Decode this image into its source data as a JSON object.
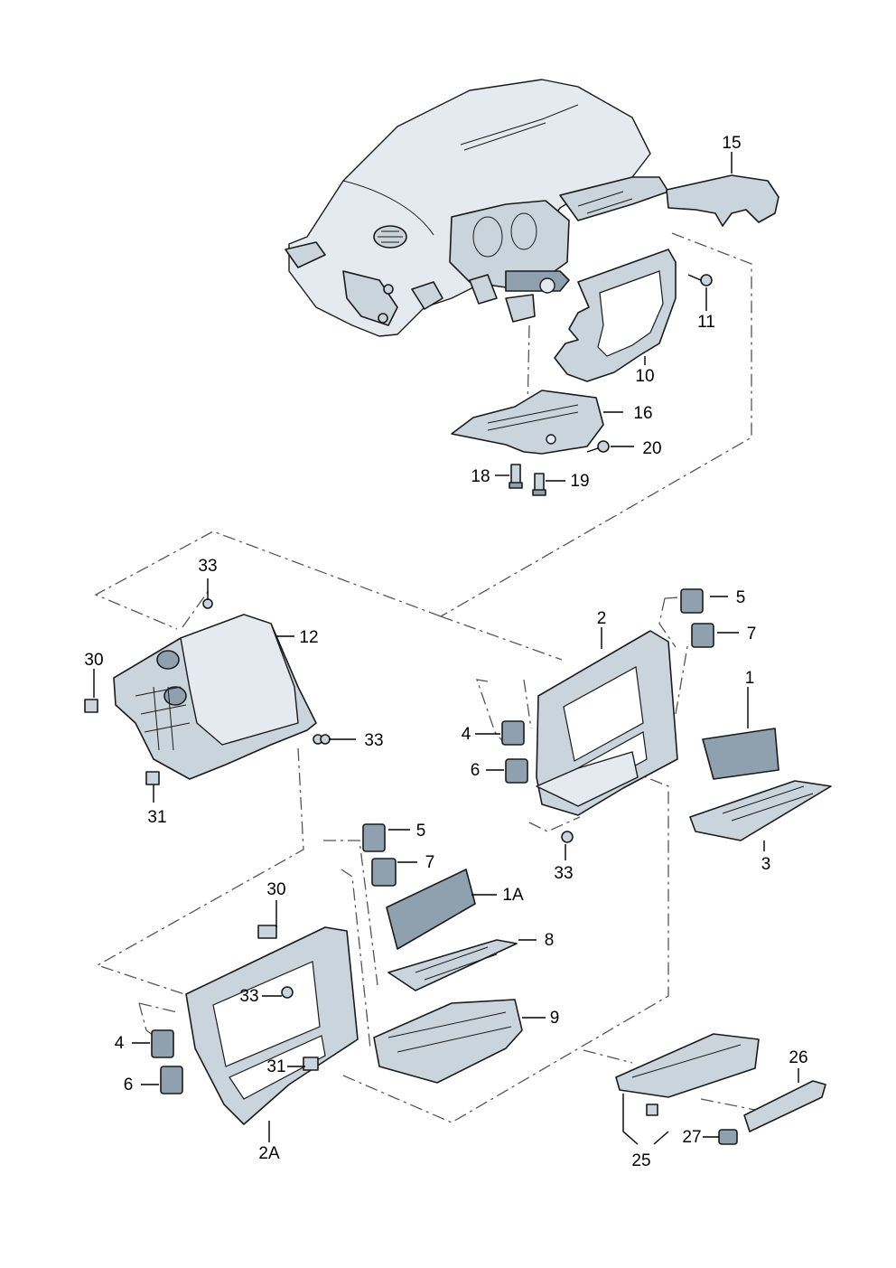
{
  "callouts": {
    "p1": "1",
    "p1a": "1A",
    "p2": "2",
    "p2a": "2A",
    "p3": "3",
    "p4a": "4",
    "p4b": "4",
    "p5a": "5",
    "p5b": "5",
    "p6a": "6",
    "p6b": "6",
    "p7a": "7",
    "p7b": "7",
    "p8": "8",
    "p9": "9",
    "p10": "10",
    "p11": "11",
    "p12": "12",
    "p15": "15",
    "p16": "16",
    "p18": "18",
    "p19": "19",
    "p20": "20",
    "p25": "25",
    "p26": "26",
    "p27": "27",
    "p30a": "30",
    "p30b": "30",
    "p31a": "31",
    "p31b": "31",
    "p33a": "33",
    "p33b": "33",
    "p33c": "33",
    "p33d": "33"
  }
}
